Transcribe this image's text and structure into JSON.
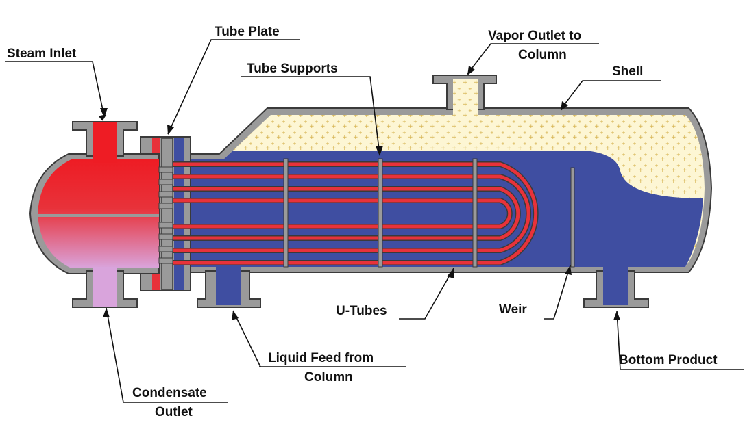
{
  "labels": {
    "steam_inlet": "Steam Inlet",
    "tube_plate": "Tube Plate",
    "tube_supports": "Tube Supports",
    "vapor_outlet_line1": "Vapor Outlet to",
    "vapor_outlet_line2": "Column",
    "shell": "Shell",
    "u_tubes": "U-Tubes",
    "weir": "Weir",
    "condensate_outlet_line1": "Condensate",
    "condensate_outlet_line2": "Outlet",
    "liquid_feed_line1": "Liquid Feed from",
    "liquid_feed_line2": "Column",
    "bottom_product": "Bottom Product"
  },
  "colors": {
    "steam": "#ee1c24",
    "condensate": "#d9a4dc",
    "liquid": "#3f4ea1",
    "vapor_space": "#fdf6d4",
    "shell_metal": "#9a9a9a",
    "tube": "#e8323a",
    "outline": "#3a3a3a"
  }
}
